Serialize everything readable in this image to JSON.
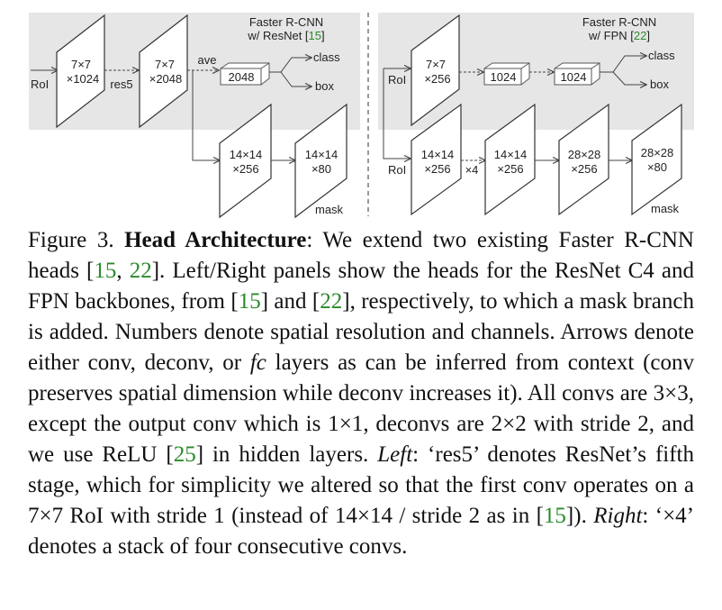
{
  "figure": {
    "left_panel": {
      "title_line1": "Faster R-CNN",
      "title_line2_pre": "w/ ResNet [",
      "title_line2_ref": "15",
      "title_line2_post": "]",
      "roi": "RoI",
      "block1_l1": "7×7",
      "block1_l2": "×1024",
      "res5": "res5",
      "block2_l1": "7×7",
      "block2_l2": "×2048",
      "ave": "ave",
      "fc": "2048",
      "class": "class",
      "box": "box",
      "mask1_l1": "14×14",
      "mask1_l2": "×256",
      "mask2_l1": "14×14",
      "mask2_l2": "×80",
      "mask": "mask"
    },
    "right_panel": {
      "title_line1": "Faster R-CNN",
      "title_line2_pre": "w/ FPN [",
      "title_line2_ref": "22",
      "title_line2_post": "]",
      "roi_top": "RoI",
      "block_l1": "7×7",
      "block_l2": "×256",
      "fc1": "1024",
      "fc2": "1024",
      "class": "class",
      "box": "box",
      "roi_bottom": "RoI",
      "m1_l1": "14×14",
      "m1_l2": "×256",
      "x4": "×4",
      "m2_l1": "14×14",
      "m2_l2": "×256",
      "m3_l1": "28×28",
      "m3_l2": "×256",
      "m4_l1": "28×28",
      "m4_l2": "×80",
      "mask": "mask"
    }
  },
  "caption": {
    "label": "Figure 3. ",
    "bold": "Head Architecture",
    "s1": ": We extend two existing Faster R-CNN heads [",
    "r15a": "15",
    "s2": ", ",
    "r22a": "22",
    "s3": "]. Left/Right panels show the heads for the ResNet C4 and FPN backbones, from [",
    "r15b": "15",
    "s4": "] and [",
    "r22b": "22",
    "s5": "], respectively, to which a mask branch is added. Numbers denote spatial resolution and channels. Arrows denote either conv, deconv, or ",
    "fc": "fc",
    "s6": " layers as can be inferred from context (conv preserves spatial dimension while deconv increases it). All convs are 3×3, except the output conv which is 1×1, deconvs are 2×2 with stride 2, and we use ReLU [",
    "r25": "25",
    "s7": "] in hidden layers. ",
    "left": "Left",
    "s8": ": ‘res5’ denotes ResNet’s fifth stage, which for simplicity we altered so that the first conv operates on a 7×7 RoI with stride 1 (instead of 14×14 / stride 2 as in [",
    "r15c": "15",
    "s9": "]). ",
    "right": "Right",
    "s10": ": ‘×4’ denotes a stack of four consecutive convs."
  }
}
